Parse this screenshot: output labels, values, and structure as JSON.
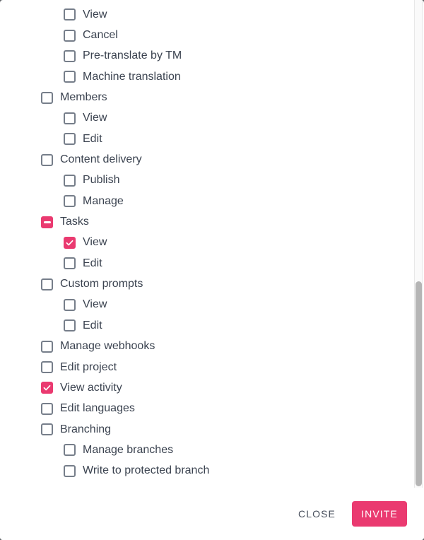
{
  "colors": {
    "accent": "#ea3a70",
    "checkbox_border": "#767e8a",
    "text": "#3b4350"
  },
  "permissions": {
    "rows": [
      {
        "label": "View",
        "indent": 1,
        "state": "unchecked"
      },
      {
        "label": "Cancel",
        "indent": 1,
        "state": "unchecked"
      },
      {
        "label": "Pre-translate by TM",
        "indent": 1,
        "state": "unchecked"
      },
      {
        "label": "Machine translation",
        "indent": 1,
        "state": "unchecked"
      },
      {
        "label": "Members",
        "indent": 0,
        "state": "unchecked"
      },
      {
        "label": "View",
        "indent": 1,
        "state": "unchecked"
      },
      {
        "label": "Edit",
        "indent": 1,
        "state": "unchecked"
      },
      {
        "label": "Content delivery",
        "indent": 0,
        "state": "unchecked"
      },
      {
        "label": "Publish",
        "indent": 1,
        "state": "unchecked"
      },
      {
        "label": "Manage",
        "indent": 1,
        "state": "unchecked"
      },
      {
        "label": "Tasks",
        "indent": 0,
        "state": "indeterminate"
      },
      {
        "label": "View",
        "indent": 1,
        "state": "checked"
      },
      {
        "label": "Edit",
        "indent": 1,
        "state": "unchecked"
      },
      {
        "label": "Custom prompts",
        "indent": 0,
        "state": "unchecked"
      },
      {
        "label": "View",
        "indent": 1,
        "state": "unchecked"
      },
      {
        "label": "Edit",
        "indent": 1,
        "state": "unchecked"
      },
      {
        "label": "Manage webhooks",
        "indent": 0,
        "state": "unchecked"
      },
      {
        "label": "Edit project",
        "indent": 0,
        "state": "unchecked"
      },
      {
        "label": "View activity",
        "indent": 0,
        "state": "checked"
      },
      {
        "label": "Edit languages",
        "indent": 0,
        "state": "unchecked"
      },
      {
        "label": "Branching",
        "indent": 0,
        "state": "unchecked"
      },
      {
        "label": "Manage branches",
        "indent": 1,
        "state": "unchecked"
      },
      {
        "label": "Write to protected branch",
        "indent": 1,
        "state": "unchecked"
      }
    ]
  },
  "footer": {
    "close_label": "CLOSE",
    "invite_label": "INVITE"
  }
}
